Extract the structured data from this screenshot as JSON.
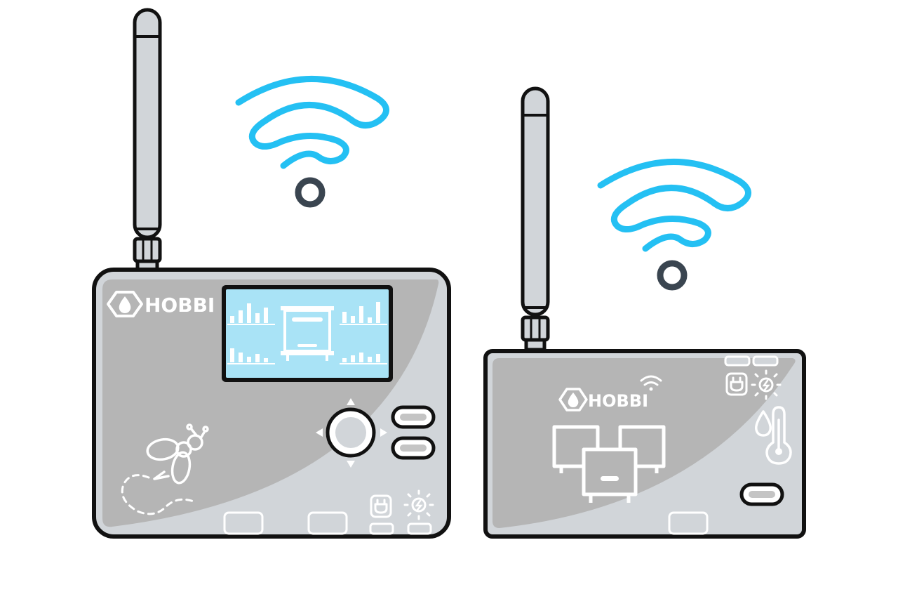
{
  "brand": {
    "name": "HOBBI"
  },
  "hub": {
    "brand_label": "HOBBI",
    "screen": {
      "bar_groups": 4
    },
    "buttons": [
      "dpad",
      "upper-pill",
      "lower-pill"
    ],
    "status_icons": [
      "power-plug-icon",
      "sun-icon"
    ]
  },
  "sensor": {
    "brand_label": "HOBBI",
    "status_icons": [
      "power-plug-icon",
      "sun-icon",
      "water-drop-icon",
      "thermometer-icon",
      "wifi-icon"
    ]
  },
  "colors": {
    "outline": "#111111",
    "body_light": "#d1d5d9",
    "body_dark": "#b5b5b5",
    "screen": "#a9e3f6",
    "wifi": "#24c0f3",
    "wifi_dot": "#3a4550",
    "white": "#ffffff"
  }
}
